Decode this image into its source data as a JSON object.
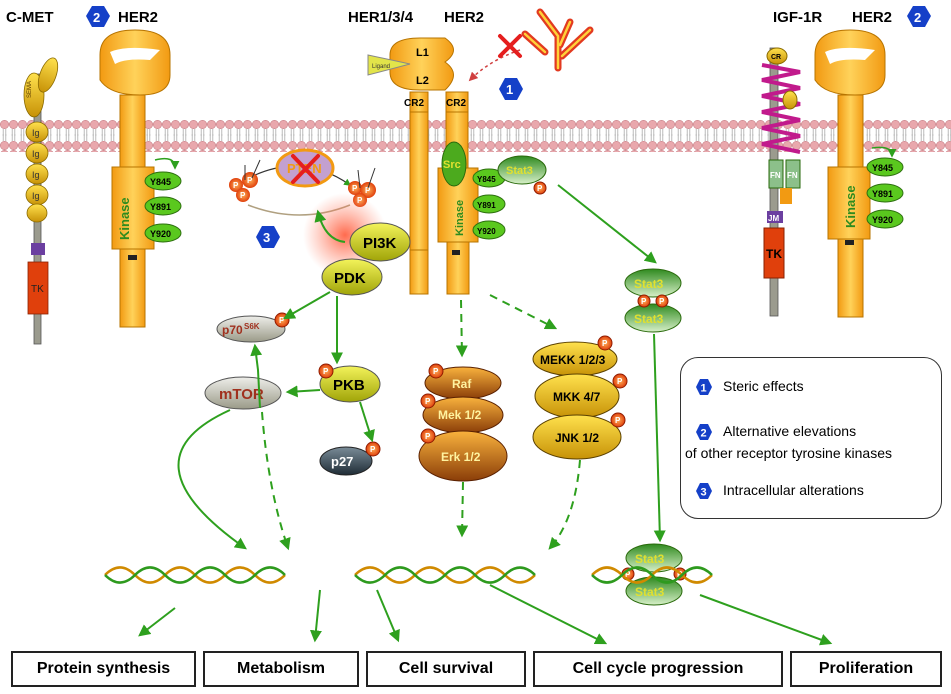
{
  "receptors": {
    "cmet": "C-MET",
    "her2_left": "HER2",
    "her134": "HER1/3/4",
    "her2_center": "HER2",
    "igf1r": "IGF-1R",
    "her2_right": "HER2"
  },
  "markers": {
    "one": "1",
    "two": "2",
    "three": "3"
  },
  "domains": {
    "sema": "SEMA",
    "ig": "Ig",
    "cr": "CR",
    "tk": "TK",
    "jm": "JM",
    "l1": "L1",
    "l2": "L2",
    "ligand": "Ligand",
    "cr2": "CR2",
    "kinase": "Kinase",
    "fn": "FN",
    "src": "Src",
    "stat3": "Stat3"
  },
  "phospho_sites": [
    "Y845",
    "Y891",
    "Y920"
  ],
  "p": "P",
  "nodes": {
    "pten": "PTEN",
    "pi3k": "PI3K",
    "pdk": "PDK",
    "p70_main": "p70",
    "p70_sup": "S6K",
    "mtor": "mTOR",
    "pkb": "PKB",
    "p27": "p27",
    "raf": "Raf",
    "mek": "Mek 1/2",
    "erk": "Erk 1/2",
    "mekk": "MEKK 1/2/3",
    "mkk": "MKK 4/7",
    "jnk": "JNK 1/2"
  },
  "legend": {
    "items": [
      {
        "num": "1",
        "text": "Steric effects"
      },
      {
        "num": "2",
        "text": "Alternative elevations",
        "text2": "of other receptor tyrosine kinases"
      },
      {
        "num": "3",
        "text": "Intracellular alterations"
      }
    ]
  },
  "outcomes": [
    "Protein synthesis",
    "Metabolism",
    "Cell survival",
    "Cell cycle progression",
    "Proliferation"
  ],
  "colors": {
    "receptor_orange": "#f7b72a",
    "kinase_green": "#56b82e",
    "arrow_green": "#2ea01e",
    "marker_blue": "#1540c8",
    "membrane_pink": "#e9a8ad"
  }
}
